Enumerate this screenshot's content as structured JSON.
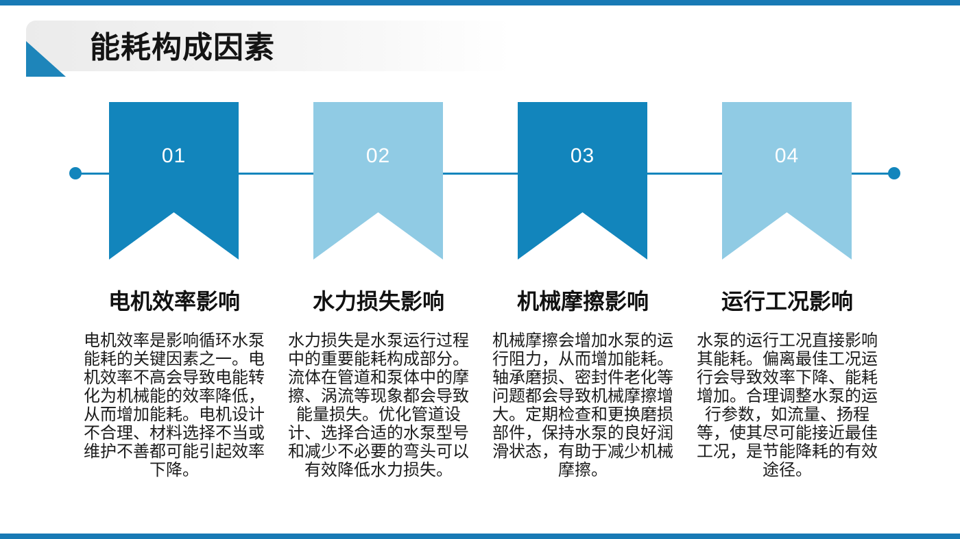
{
  "slide": {
    "title": "能耗构成因素",
    "colors": {
      "dark_blue": "#1285bc",
      "light_blue": "#90cbe4",
      "accent_bar": "#187ab5",
      "triangle": "#1e85ba",
      "banner_gray": "#ebebeb",
      "text": "#1b1b1b",
      "number_text": "#ffffff"
    },
    "timeline": {
      "dot_count": 2,
      "style": "horizontal line with end dots behind ribbons"
    },
    "items": [
      {
        "number": "01",
        "tone": "dark",
        "heading": "电机效率影响",
        "body": "电机效率是影响循环水泵能耗的关键因素之一。电机效率不高会导致电能转化为机械能的效率降低，从而增加能耗。电机设计不合理、材料选择不当或维护不善都可能引起效率下降。"
      },
      {
        "number": "02",
        "tone": "light",
        "heading": "水力损失影响",
        "body": "水力损失是水泵运行过程中的重要能耗构成部分。流体在管道和泵体中的摩擦、涡流等现象都会导致能量损失。优化管道设计、选择合适的水泵型号和减少不必要的弯头可以有效降低水力损失。"
      },
      {
        "number": "03",
        "tone": "dark",
        "heading": "机械摩擦影响",
        "body": "机械摩擦会增加水泵的运行阻力，从而增加能耗。轴承磨损、密封件老化等问题都会导致机械摩擦增大。定期检查和更换磨损部件，保持水泵的良好润滑状态，有助于减少机械摩擦。"
      },
      {
        "number": "04",
        "tone": "light",
        "heading": "运行工况影响",
        "body": "水泵的运行工况直接影响其能耗。偏离最佳工况运行会导致效率下降、能耗增加。合理调整水泵的运行参数，如流量、扬程等，使其尽可能接近最佳工况，是节能降耗的有效途径。"
      }
    ]
  }
}
